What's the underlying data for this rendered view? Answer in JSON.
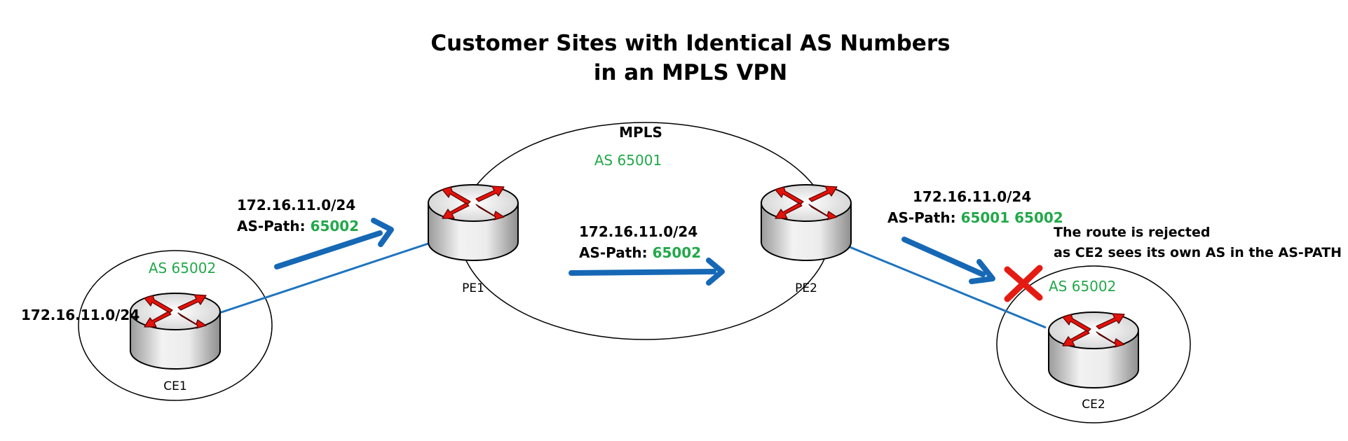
{
  "title": {
    "line1": "Customer Sites with Identical AS Numbers",
    "line2": "in an MPLS VPN"
  },
  "mpls_cloud": {
    "label": "MPLS",
    "as_label": "AS 65001"
  },
  "sites": {
    "left_as": "AS 65002",
    "right_as": "AS 65002"
  },
  "routers": {
    "ce1": "CE1",
    "pe1": "PE1",
    "pe2": "PE2",
    "ce2": "CE2"
  },
  "ce1_prefix": "172.16.11.0/24",
  "updates": {
    "ce1_to_pe1": {
      "prefix": "172.16.11.0/24",
      "path_label": "AS-Path: ",
      "path_value": "65002"
    },
    "pe1_to_pe2": {
      "prefix": "172.16.11.0/24",
      "path_label": "AS-Path: ",
      "path_value": "65002"
    },
    "pe2_to_ce2": {
      "prefix": "172.16.11.0/24",
      "path_label": "AS-Path: ",
      "path_value": "65001 65002"
    }
  },
  "rejection": {
    "line1": "The route is rejected",
    "line2": "as CE2 sees its own AS in the AS-PATH"
  },
  "colors": {
    "link": "#1f74bd",
    "arrow": "#1668b5",
    "as_text": "#22a84a",
    "router_arrow": "#e3120b",
    "reject_mark": "#e41b13"
  },
  "icons": {
    "router": "router-icon",
    "arrow": "arrow-icon",
    "reject": "x-mark-icon"
  }
}
